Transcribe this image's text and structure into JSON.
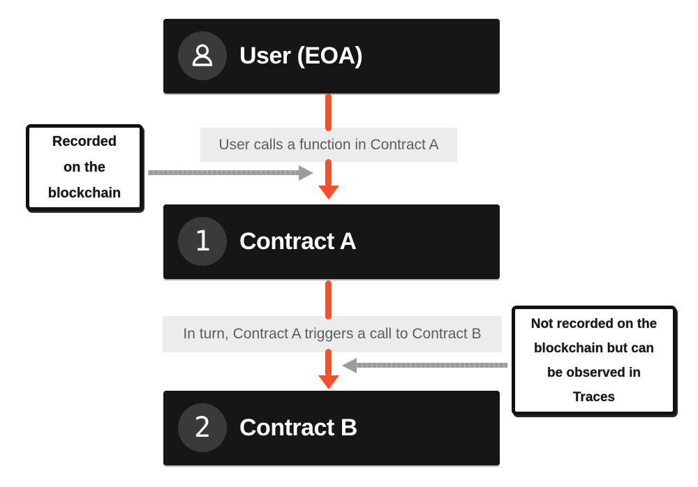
{
  "colors": {
    "canvas-bg": "#ffffff",
    "node-bg": "#161616",
    "node-text": "#ffffff",
    "node-edge": "#b5b5b5",
    "badge-bg": "#3a3a3a",
    "accent-arrow": "#f4502c",
    "flow-label-bg": "#ececec",
    "flow-label-text": "#5c5c5c",
    "note-bg": "#ffffff",
    "note-border": "#111111",
    "note-text": "#161616",
    "gray-arrow": "#9c9c9c"
  },
  "nodes": [
    {
      "id": "user",
      "title": "User (EOA)",
      "badge_icon": "user-icon"
    },
    {
      "id": "contract-a",
      "title": "Contract A",
      "badge": "1"
    },
    {
      "id": "contract-b",
      "title": "Contract B",
      "badge": "2"
    }
  ],
  "flow_labels": [
    {
      "text": "User calls a function in Contract A"
    },
    {
      "text": "In turn, Contract A triggers a call to Contract B"
    }
  ],
  "notes": [
    {
      "side": "left",
      "lines": [
        "Recorded",
        "on the",
        "blockchain"
      ]
    },
    {
      "side": "right",
      "lines": [
        "Not recorded on the",
        "blockchain but can",
        "be observed in",
        "Traces"
      ]
    }
  ]
}
